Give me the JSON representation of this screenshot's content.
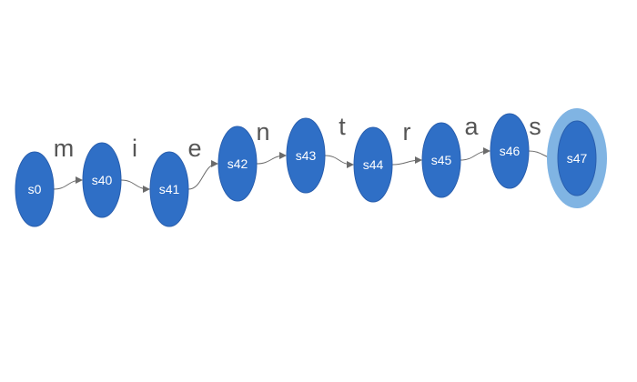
{
  "diagram": {
    "colors": {
      "node_fill": "#2f6fc6",
      "node_stroke": "#2a5fae",
      "accept_ring": "#80b4e3",
      "edge": "#6b6b6b",
      "edge_label": "#555555",
      "node_label": "#ffffff"
    },
    "states": [
      {
        "id": "s0",
        "label": "s0",
        "accepting": false
      },
      {
        "id": "s40",
        "label": "s40",
        "accepting": false
      },
      {
        "id": "s41",
        "label": "s41",
        "accepting": false
      },
      {
        "id": "s42",
        "label": "s42",
        "accepting": false
      },
      {
        "id": "s43",
        "label": "s43",
        "accepting": false
      },
      {
        "id": "s44",
        "label": "s44",
        "accepting": false
      },
      {
        "id": "s45",
        "label": "s45",
        "accepting": false
      },
      {
        "id": "s46",
        "label": "s46",
        "accepting": false
      },
      {
        "id": "s47",
        "label": "s47",
        "accepting": true
      }
    ],
    "transitions": [
      {
        "from": "s0",
        "to": "s40",
        "label": "m"
      },
      {
        "from": "s40",
        "to": "s41",
        "label": "i"
      },
      {
        "from": "s41",
        "to": "s42",
        "label": "e"
      },
      {
        "from": "s42",
        "to": "s43",
        "label": "n"
      },
      {
        "from": "s43",
        "to": "s44",
        "label": "t"
      },
      {
        "from": "s44",
        "to": "s45",
        "label": "r"
      },
      {
        "from": "s45",
        "to": "s46",
        "label": "a"
      },
      {
        "from": "s46",
        "to": "s47",
        "label": "s"
      }
    ]
  }
}
